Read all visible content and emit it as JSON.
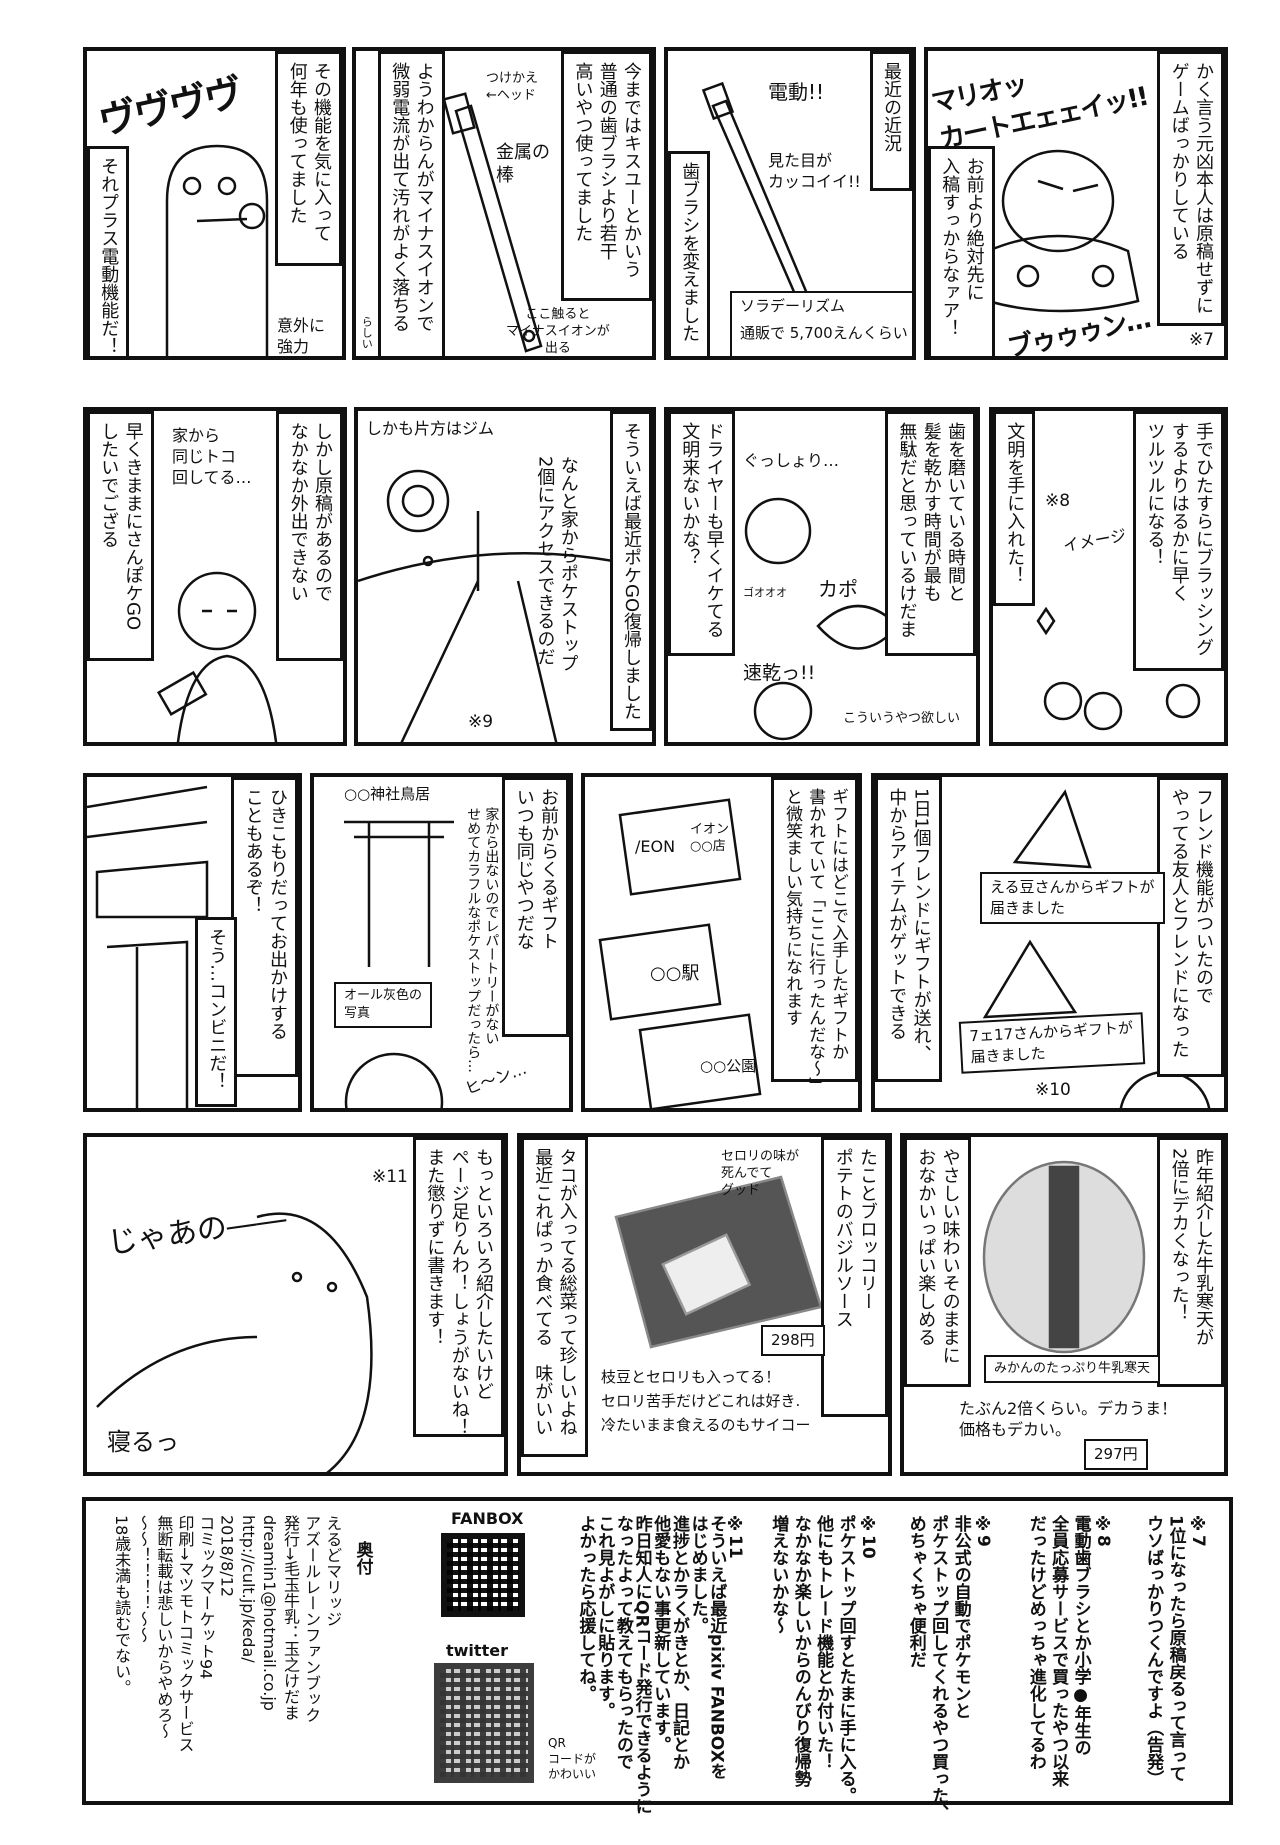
{
  "row1": {
    "p1": {
      "box_a": "かく言う元凶本人は原稿せずに\nゲームばっかりしている",
      "box_b": "お前より絶対先に\n入稿すっからなァア！",
      "sfx_a": "マリオッ\nカートエェェイッ!!",
      "sfx_b": "ブゥゥゥン…",
      "note": "※7"
    },
    "p2": {
      "box_a": "最近の近況",
      "box_b": "歯ブラシを変えました",
      "t1": "電動!!",
      "t2": "見た目が\nカッコイイ!!",
      "label_name": "ソラデーリズム",
      "label_price": "通販で 5,700えんくらい"
    },
    "p3": {
      "box_a": "今まではキスユーとかいう\n普通の歯ブラシより若干\n高いやつ使ってました",
      "box_b": "ようわからんがマイナスイオンで\n微弱電流が出て汚れがよく落ちる",
      "small": "らしい",
      "t1": "つけかえ\n←ヘッド",
      "t2": "金属の\n棒",
      "t3": "ここ触ると\nマイナスイオンが\n出る"
    },
    "p4": {
      "box_a": "その機能を気に入って\n何年も使ってました",
      "box_b": "それプラス電動機能だ！",
      "sfx": "ヴヴヴヴ",
      "t1": "意外に\n強力"
    }
  },
  "row2": {
    "p5": {
      "box_a": "手でひたすらにブラッシング\nするよりはるかに早く\nツルツルになる！",
      "box_b": "文明を手に入れた！",
      "note": "※8",
      "t1": "イメージ"
    },
    "p6": {
      "box_a": "歯を磨いている時間と\n髪を乾かす時間が最も\n無駄だと思っているけだま",
      "box_b": "ドライヤーも早くイケてる\n文明来ないかな？",
      "t1": "ぐっしょり…",
      "t2": "カポ",
      "t3": "ゴオオオ",
      "t4": "速乾っ!!",
      "t5": "こういうやつ欲しい"
    },
    "p7": {
      "box_a": "そういえば最近ポケGO復帰しました",
      "t1": "しかも片方はジム",
      "box_b": "なんと家からポケストップ\n2個にアクセスできるのだ",
      "note": "※9"
    },
    "p8": {
      "box_a": "しかし原稿があるので\nなかなか外出できない",
      "box_b": "早くきままにさんぽケGO\nしたいでござる",
      "t1": "家から\n同じトコ\n回してる…"
    }
  },
  "row3": {
    "p9": {
      "box_a": "フレンド機能がついたので\nやってる友人とフレンドになった",
      "box_b": "1日1個フレンドにギフトが送れ、\n中からアイテムがゲットできる",
      "gift1": "える豆さんからギフトが\n届きました",
      "gift2": "7ェ17さんからギフトが\n届きました",
      "note": "※10"
    },
    "p10": {
      "box_a": "ギフトにはどこで入手したギフトか\n書かれていて「ここに行ったんだな～」\nと微笑ましい気持ちになれます",
      "t1": "/EON",
      "t2": "イオン\n○○店",
      "t3": "○○駅",
      "t4": "○○公園"
    },
    "p11": {
      "box_a": "お前からくるギフト\nいつも同じやつだな",
      "t1": "○○神社鳥居",
      "t2": "家から出ないのでレパートリーがない\nせめてカラフルなポケストップだったら…",
      "t3": "オール灰色の\n写真",
      "t4": "ヒ～ン…"
    },
    "p12": {
      "box_a": "ひきこもりだってお出かけする\nこともあるぞ！",
      "box_b": "そう…コンビニだ！"
    }
  },
  "row4": {
    "p13": {
      "box_a": "昨年紹介した牛乳寒天が\n2倍にデカくなった！",
      "box_b": "やさしい味わいそのままに\nおなかいっぱい楽しめる",
      "label": "みかんのたっぷり牛乳寒天",
      "t1": "たぶん2倍くらい。デカうま！\n価格もデカい。",
      "price": "297円"
    },
    "p14": {
      "box_a": "たことブロッコリー\nポテトのバジルソース",
      "box_b": "タコが入ってる総菜って珍しいよね\n最近これぱっか食べてる　味がいい",
      "t1": "セロリの味が\n死んでて\nグッド",
      "t2": "枝豆とセロリも入ってる！\nセロリ苦手だけどこれは好き.\n冷たいまま食えるのもサイコー",
      "price": "298円"
    },
    "p15": {
      "box_a": "もっといろいろ紹介したいけど\nページ足りんわ！しょうがないね！\nまた懲りずに書きます！",
      "note": "※11",
      "t1": "じゃあの――",
      "t2": "寝るっ"
    }
  },
  "colophon": {
    "n7": "※7\n1位になったら原稿戻るって言って\nウソばっかりつくんですよ（告発）",
    "n8": "※8\n電動歯ブラシとか小学●年生の\n全員応募サービスで買ったやつ以来\nだったけどめっちゃ進化してるわ",
    "n9": "※9\n非公式の自動でポケモンと\nポケストップ回してくれるやつ買った、\nめちゃくちゃ便利だ",
    "n10": "※10\nポケストップ回すとたまに手に入る。\n他にもトレード機能とか付いた！\nなかなか楽しいからのんびり復帰勢\n増えないかな～",
    "n11": "※11\nそういえば最近pixiv FANBOXを\nはじめました。\n進捗とかラくがきとか、日記とか\n他愛もない事更新しています。\n昨日知人にQRコード発行できるように\nなったよって教えてもらったので\nこれ見よがしに貼ります。\nよかったら応援してね。",
    "fanbox_label": "FANBOX",
    "twitter_label": "twitter",
    "qr_comment": "QR\nコードが\nかわいい",
    "title": "奥付",
    "info": "えるどマリッジ\nアズールレーンファンブック\n発行→毛玉牛乳：玉之けだま\ndreamin1@hotmail.co.jp\nhttp://cult.jp/keda/\n2018/8/12\nコミックマーケット94\n印刷→マツモトコミックサービス\n無断転載は悲しいからやめろ～\n～～！！！！～～\n18歳未満も読むでない。"
  }
}
